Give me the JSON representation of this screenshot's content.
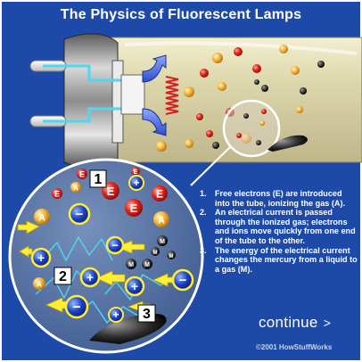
{
  "title": "The Physics of Fluorescent Lamps",
  "particle_labels": {
    "electron": "E",
    "atom": "A",
    "mercury": "M",
    "positive": "+",
    "negative": "−"
  },
  "step_markers": [
    "1",
    "2",
    "3"
  ],
  "steps": [
    {
      "num": "1.",
      "text": "Free electrons (E) are introduced into the tube, ionizing the gas (A)."
    },
    {
      "num": "2.",
      "text": "An electrical current is passed through the ionized gas; electrons and ions move quickly from one end of the tube to the other."
    },
    {
      "num": "3.",
      "text": "The energy of the electrical current changes the mercury from a liquid to a gas (M)."
    }
  ],
  "continue_label": "continue",
  "continue_arrow": ">",
  "copyright": "©2001 HowStuffWorks",
  "colors": {
    "background": "#1d4aa8",
    "tube": "#dcd7ad",
    "electron": "#e0201c",
    "atom": "#f2b73d",
    "wire": "#4fd7ef",
    "arrow": "#ffee33",
    "heater": "#d81f1f",
    "magnifier": "#5d78a6"
  },
  "icons": [
    "lamp-tube-icon",
    "end-cap-icon",
    "pin-icon",
    "heater-filament-icon",
    "flow-arrow-icon",
    "magnifier-circle-icon",
    "mercury-droplet-icon"
  ]
}
